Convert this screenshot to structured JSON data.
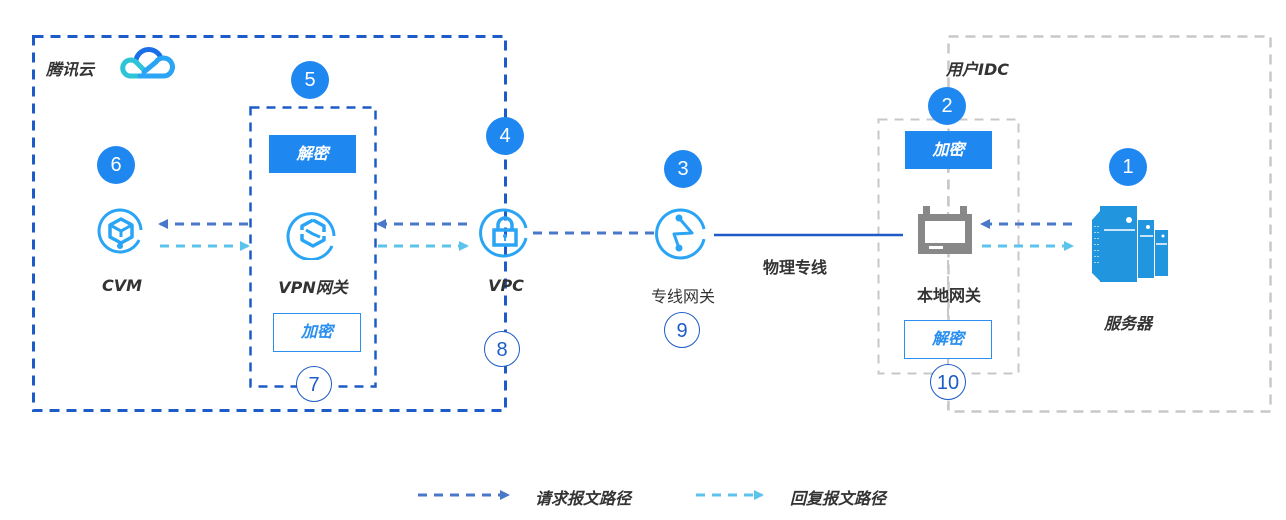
{
  "colors": {
    "cloud_border": "#1d5bc8",
    "idc_border": "#c8c8c8",
    "badge_fill": "#1e88f0",
    "request_arrow": "#4a78c8",
    "reply_arrow": "#5cc3ec",
    "icon_blue": "#2aa4f4",
    "gateway_gray": "#888888",
    "server_blue": "#2196de"
  },
  "regions": {
    "tencent_cloud": {
      "label": "腾讯云",
      "logo": "tencent-cloud-logo"
    },
    "user_idc": {
      "label": "用户IDC"
    }
  },
  "nodes": {
    "cvm": {
      "label": "CVM",
      "icon": "cvm-icon"
    },
    "vpn_gateway": {
      "label": "VPN网关",
      "icon": "vpn-gateway-icon"
    },
    "vpc": {
      "label": "VPC",
      "icon": "lock-icon"
    },
    "dc_gateway": {
      "label": "专线网关",
      "icon": "direct-connect-gateway-icon"
    },
    "local_gateway": {
      "label": "本地网关",
      "icon": "local-gateway-icon"
    },
    "server": {
      "label": "服务器",
      "icon": "server-icon"
    }
  },
  "tags": {
    "vpn_decrypt": "解密",
    "vpn_encrypt": "加密",
    "local_encrypt": "加密",
    "local_decrypt": "解密"
  },
  "link_label": "物理专线",
  "steps": {
    "s1": "1",
    "s2": "2",
    "s3": "3",
    "s4": "4",
    "s5": "5",
    "s6": "6",
    "s7": "7",
    "s8": "8",
    "s9": "9",
    "s10": "10"
  },
  "legend": {
    "request": "请求报文路径",
    "reply": "回复报文路径"
  }
}
